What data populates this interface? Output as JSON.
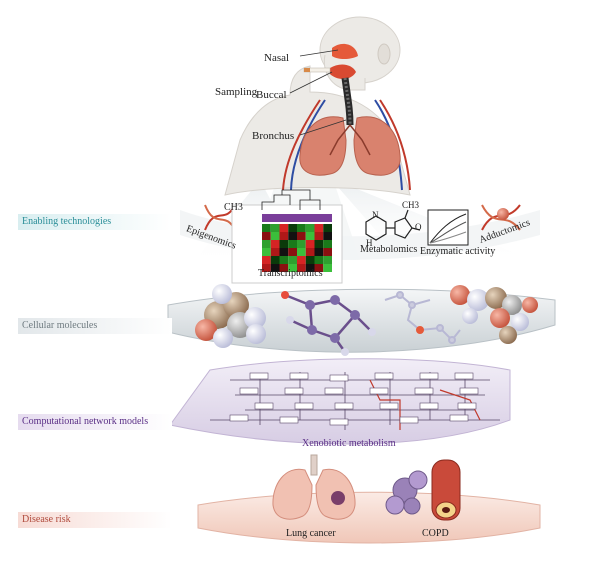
{
  "anatomy_labels": {
    "nasal": "Nasal",
    "buccal": "Buccal",
    "bronchus": "Bronchus",
    "sampling": "Sampling"
  },
  "layers": {
    "enabling_technologies": "Enabling technologies",
    "cellular_molecules": "Cellular molecules",
    "computational_network_models": "Computational network models",
    "disease_risk": "Disease risk"
  },
  "technologies": {
    "epigenomics": "Epigenomics",
    "ch3": "CH3",
    "transcriptomics": "Transcriptomics",
    "metabolomics": "Metabolomics",
    "enzymatic_activity": "Enzymatic activity",
    "adductomics": "Adductomics",
    "metab_ch3": "CH3",
    "metab_h": "H",
    "metab_o": "O",
    "metab_n": "N"
  },
  "network": {
    "caption": "Xenobiotic metabolism"
  },
  "diseases": {
    "lung_cancer": "Lung cancer",
    "copd": "COPD"
  },
  "colors": {
    "tech_band": "#2a8e98",
    "cell_band": "#6f7b80",
    "network_band": "#5a2f86",
    "risk_band": "#b04a3c",
    "lung": "#d9826e",
    "network_platform": "#e7e0ef",
    "risk_platform": "#f6d9cf"
  }
}
